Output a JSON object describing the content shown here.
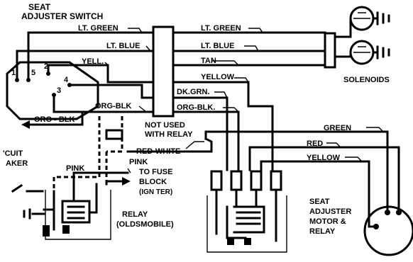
{
  "labels": {
    "seat_adjuster_switch_1": "SEAT",
    "seat_adjuster_switch_2": "ADJUSTER SWITCH",
    "lt_green_left": "LT. GREEN",
    "lt_green_right": "LT. GREEN",
    "lt_blue_left": "LT. BLUE",
    "lt_blue_right": "LT. BLUE",
    "tan": "TAN",
    "yellow_top": "YELLOW",
    "yell": "YELL.",
    "dk_grn": "DK.GRN.",
    "org_blk_top": "ORG-BLK",
    "org_blk_mid": "ORG-BLK.",
    "org_blk_left": "ORG - BLK",
    "solenoids": "SOLENOIDS",
    "not_used_1": "NOT USED",
    "not_used_2": "WITH RELAY",
    "red_white": "RED-WHITE",
    "pink_left": "PINK",
    "pink_right": "PINK",
    "to_fuse_1": "TO FUSE",
    "to_fuse_2": "BLOCK",
    "to_fuse_3": "(IGN TER)",
    "circuit_1": "'CUIT",
    "circuit_2": "AKER",
    "relay_1": "RELAY",
    "relay_2": "(OLDSMOBILE)",
    "green_right": "GREEN",
    "red_right": "RED",
    "yellow_right": "YELLOW",
    "motor_1": "SEAT",
    "motor_2": "ADJUSTER",
    "motor_3": "MOTOR &",
    "motor_4": "RELAY",
    "pin_1": "1",
    "pin_2": "2",
    "pin_3": "3",
    "pin_4": "4",
    "pin_5": "5"
  }
}
